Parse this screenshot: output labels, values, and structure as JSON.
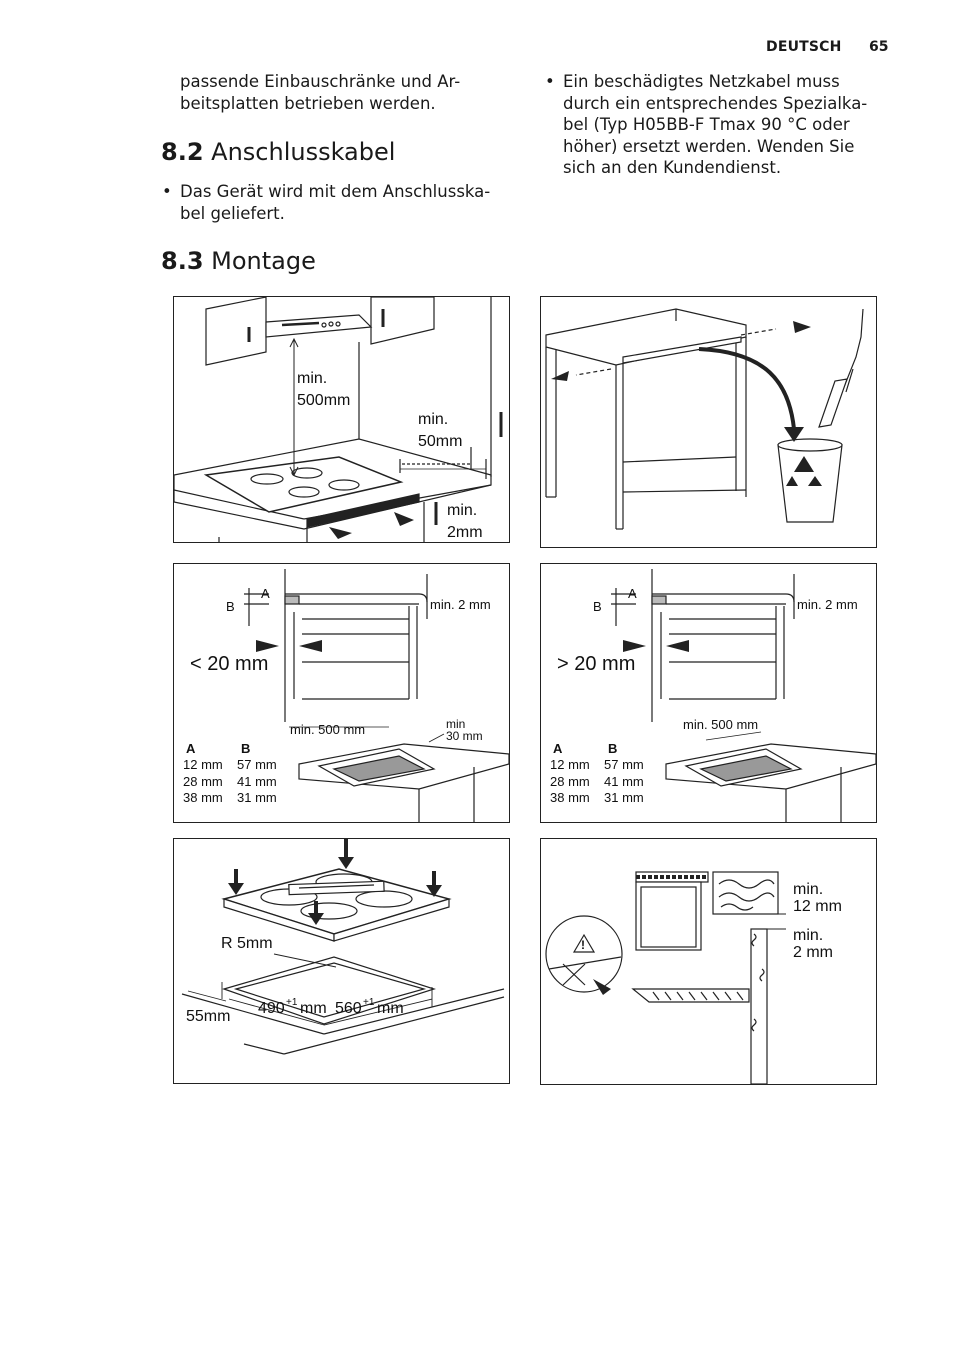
{
  "header": {
    "language": "DEUTSCH",
    "page_number": "65"
  },
  "col1": {
    "intro_line1": "passende Einbauschränke und Ar-",
    "intro_line2": "beitsplatten betrieben werden.",
    "section_82": {
      "number": "8.2",
      "title": "Anschlusskabel",
      "bullet_line1": "Das Gerät wird mit dem Anschlusska-",
      "bullet_line2": "bel geliefert."
    },
    "section_83": {
      "number": "8.3",
      "title": "Montage"
    }
  },
  "col2": {
    "bullet_lines": [
      "Ein beschädigtes Netzkabel muss",
      "durch ein entsprechendes Spezialka-",
      "bel (Typ H05BB-F Tmax 90 °C oder",
      "höher) ersetzt werden. Wenden Sie",
      "sich an den Kundendienst."
    ]
  },
  "figures": {
    "fig1": {
      "min500_a": "min.",
      "min500_b": "500mm",
      "min50_a": "min.",
      "min50_b": "50mm",
      "min2_a": "min.",
      "min2_b": "2mm"
    },
    "fig3": {
      "label_a": "A",
      "label_b": "B",
      "min2mm": "min. 2 mm",
      "gap": "< 20 mm",
      "min500": "min. 500 mm",
      "min30_a": "min",
      "min30_b": "30 mm",
      "table_head_a": "A",
      "table_head_b": "B",
      "rows": [
        [
          "12 mm",
          "57 mm"
        ],
        [
          "28 mm",
          "41 mm"
        ],
        [
          "38 mm",
          "31 mm"
        ]
      ]
    },
    "fig4": {
      "label_a": "A",
      "label_b": "B",
      "min2mm": "min. 2 mm",
      "gap": "> 20 mm",
      "min500": "min. 500 mm",
      "table_head_a": "A",
      "table_head_b": "B",
      "rows": [
        [
          "12 mm",
          "57 mm"
        ],
        [
          "28 mm",
          "41 mm"
        ],
        [
          "38 mm",
          "31 mm"
        ]
      ]
    },
    "fig5": {
      "radius": "R 5mm",
      "depth_edge": "55mm",
      "width_a": "490",
      "width_tol_a": "+1",
      "width_unit_a": "mm",
      "width_b": "560",
      "width_tol_b": "+1",
      "width_unit_b": "mm"
    },
    "fig6": {
      "min12_a": "min.",
      "min12_b": "12 mm",
      "min2_a": "min.",
      "min2_b": "2 mm"
    }
  }
}
